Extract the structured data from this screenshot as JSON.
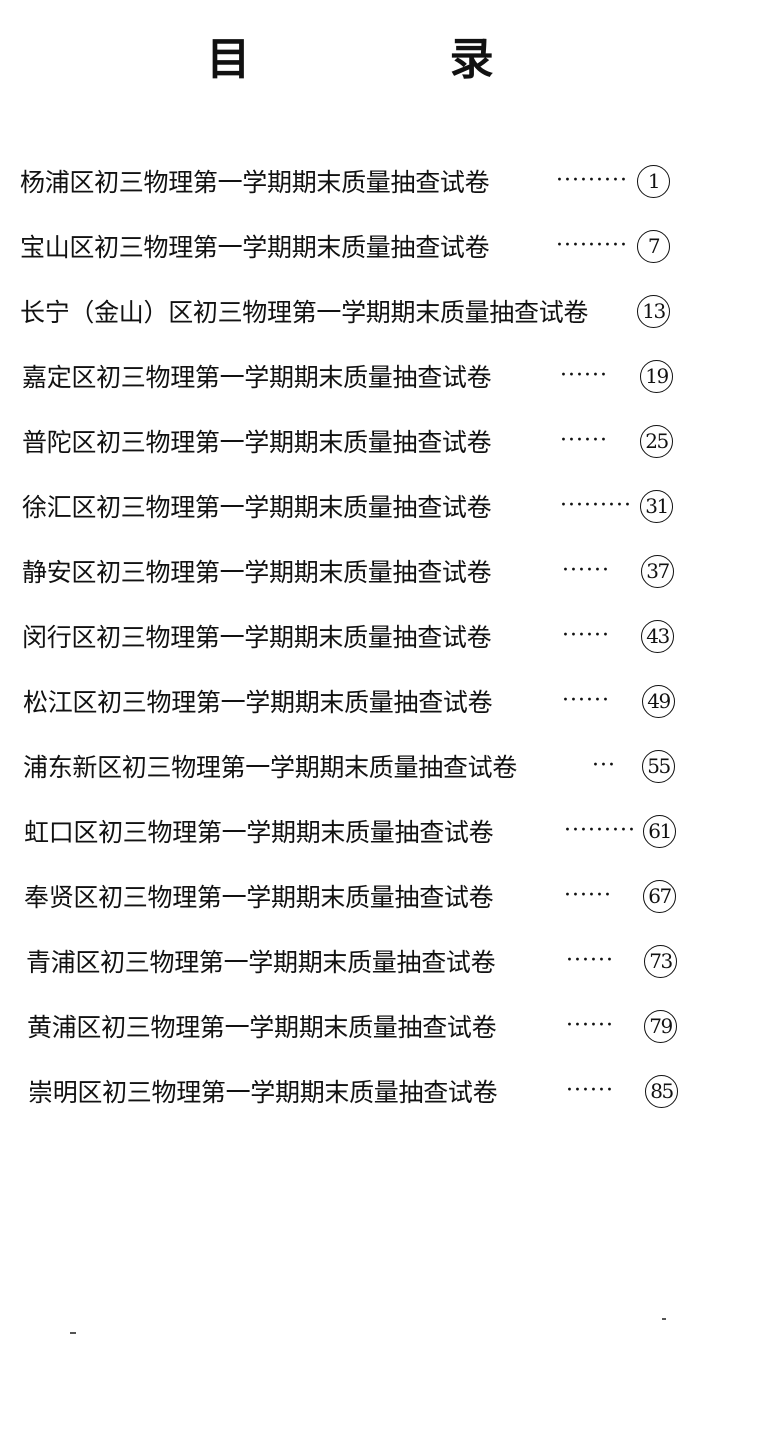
{
  "title": "目 录",
  "entries": [
    {
      "label": "杨浦区初三物理第一学期期末质量抽查试卷",
      "leader": "·········",
      "page": "1"
    },
    {
      "label": "宝山区初三物理第一学期期末质量抽查试卷",
      "leader": "·········",
      "page": "7"
    },
    {
      "label": "长宁（金山）区初三物理第一学期期末质量抽查试卷",
      "leader": "",
      "page": "13"
    },
    {
      "label": "嘉定区初三物理第一学期期末质量抽查试卷",
      "leader": "······",
      "page": "19"
    },
    {
      "label": "普陀区初三物理第一学期期末质量抽查试卷",
      "leader": "······",
      "page": "25"
    },
    {
      "label": "徐汇区初三物理第一学期期末质量抽查试卷",
      "leader": "·········",
      "page": "31"
    },
    {
      "label": "静安区初三物理第一学期期末质量抽查试卷",
      "leader": "······",
      "page": "37"
    },
    {
      "label": "闵行区初三物理第一学期期末质量抽查试卷",
      "leader": "······",
      "page": "43"
    },
    {
      "label": "松江区初三物理第一学期期末质量抽查试卷",
      "leader": "······",
      "page": "49"
    },
    {
      "label": "浦东新区初三物理第一学期期末质量抽查试卷",
      "leader": "···",
      "page": "55"
    },
    {
      "label": "虹口区初三物理第一学期期末质量抽查试卷",
      "leader": "·········",
      "page": "61"
    },
    {
      "label": "奉贤区初三物理第一学期期末质量抽查试卷",
      "leader": "······",
      "page": "67"
    },
    {
      "label": "青浦区初三物理第一学期期末质量抽查试卷",
      "leader": "······",
      "page": "73"
    },
    {
      "label": "黄浦区初三物理第一学期期末质量抽查试卷",
      "leader": "······",
      "page": "79"
    },
    {
      "label": "崇明区初三物理第一学期期末质量抽查试卷",
      "leader": "······",
      "page": "85"
    }
  ]
}
